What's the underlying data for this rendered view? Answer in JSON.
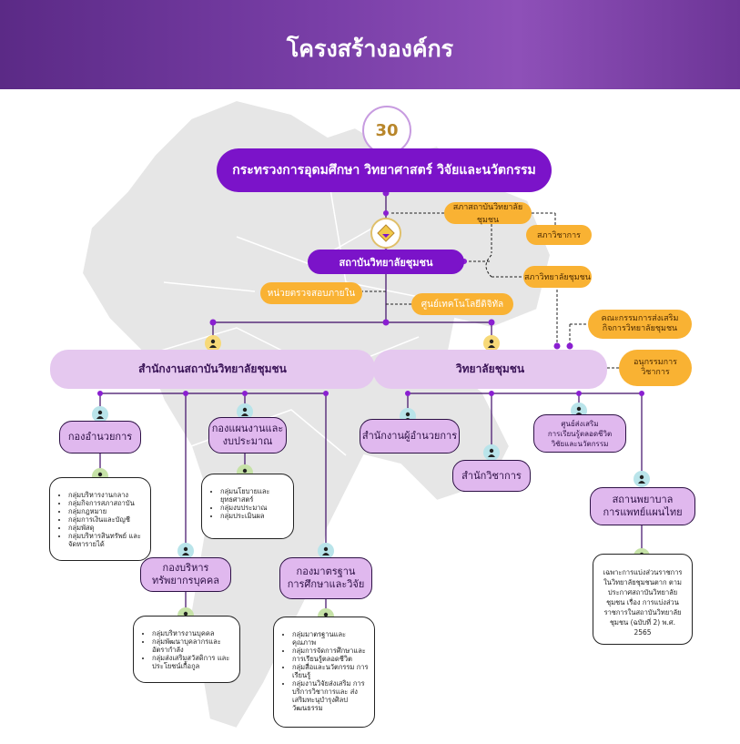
{
  "header": {
    "title": "โครงสร้างองค์กร"
  },
  "logo": {
    "text": "30"
  },
  "ministry": "กระทรวงการอุดมศึกษา วิทยาศาสตร์ วิจัยและนวัตกรรม",
  "institute": "สถาบันวิทยาลัยชุมชน",
  "councils": {
    "institute_council": "สภาสถาบันวิทยาลัยชุมชน",
    "academic_council": "สภาวิชาการ",
    "college_council": "สภาวิทยาลัยชุมชน"
  },
  "units": {
    "audit": "หน่วยตรวจสอบภายใน",
    "digital": "ศูนย์เทคโนโลยีดิจิทัล",
    "committee": "คณะกรรมการส่งเสริม\nกิจการวิทยาลัยชุมชน",
    "subcommittee": "อนุกรรมการ\nวิชาการ"
  },
  "office": "สำนักงานสถาบันวิทยาลัยชุมชน",
  "college": "วิทยาลัยชุมชน",
  "depts": {
    "general": "กองอำนวยการ",
    "planning": "กองแผนงานและ\nงบประมาณ",
    "hr": "กองบริหาร\nทรัพยากรบุคคล",
    "standards": "กองมาตรฐาน\nการศึกษาและวิจัย",
    "director_office": "สำนักงานผู้อำนวยการ",
    "academic_office": "สำนักวิชาการ",
    "lifelong": "ศูนย์ส่งเสริม\nการเรียนรู้ตลอดชีวิต\nวิชัยและนวัตกรรม",
    "thai_med": "สถานพยาบาล\nการแพทย์แผนไทย"
  },
  "general_items": [
    "กลุ่มบริหารงานกลาง",
    "กลุ่มกิจการสภาสถาบัน",
    "กลุ่มกฎหมาย",
    "กลุ่มการเงินและบัญชี",
    "กลุ่มพัสดุ",
    "กลุ่มบริหารสินทรัพย์ และจัดหารายได้"
  ],
  "planning_items": [
    "กลุ่มนโยบายและ ยุทธศาสตร์",
    "กลุ่มงบประมาณ",
    "กลุ่มประเมินผล"
  ],
  "hr_items": [
    "กลุ่มบริหารงานบุคคล",
    "กลุ่มพัฒนาบุคลากรและ อัตรากำลัง",
    "กลุ่มส่งเสริมสวัสดิการ และประโยชน์เกื้อกูล"
  ],
  "standards_items": [
    "กลุ่มมาตรฐานและ คุณภาพ",
    "กลุ่มการจัดการศึกษาและ การเรียนรู้ตลอดชีวิต",
    "กลุ่มสื่อและนวัตกรรม การเรียนรู้",
    "กลุ่มงานวิจัยส่งเสริม การบริการวิชาการและ ส่งเสริมทะนุบำรุงศิลป วัฒนธรรม"
  ],
  "thai_med_note": "เฉพาะการแบ่งส่วนราชการ ในวิทยาลัยชุมชนตาก ตาม ประกาศสถาบันวิทยาลัย ชุมชน เรื่อง การแบ่งส่วน ราชการในสถาบันวิทยาลัย ชุมชน (ฉบับที่ 2) พ.ศ. 2565"
}
